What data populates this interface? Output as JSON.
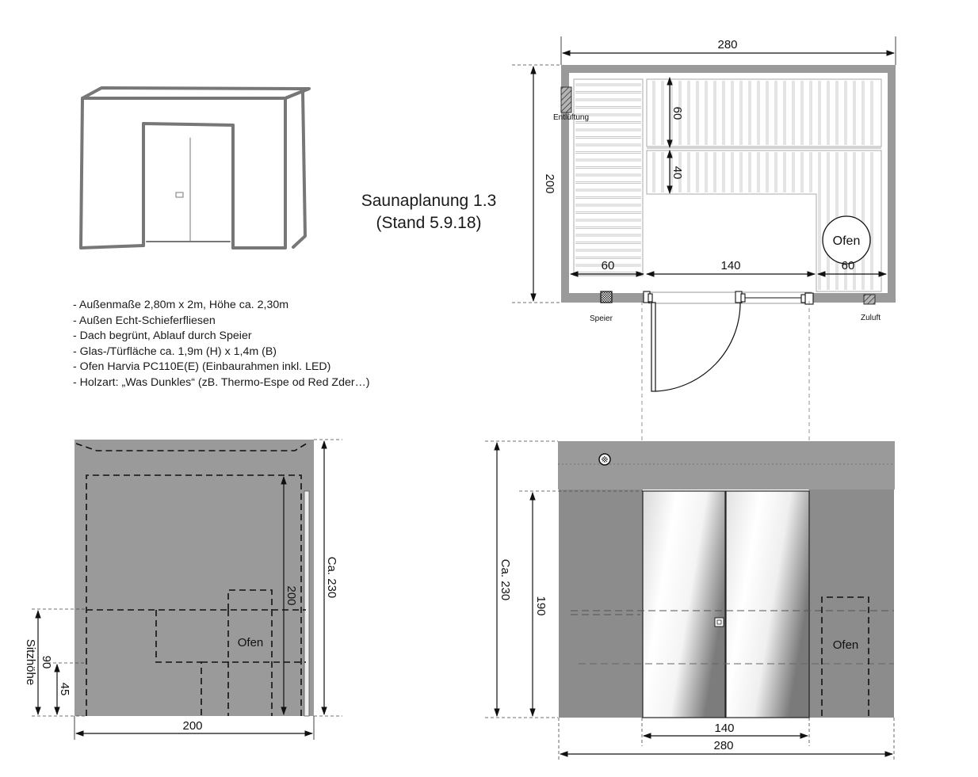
{
  "title": {
    "line1": "Saunaplanung 1.3",
    "line2": "(Stand 5.9.18)"
  },
  "notes": [
    "- Außenmaße 2,80m x 2m, Höhe ca. 2,30m",
    "- Außen Echt-Schieferfliesen",
    "- Dach begrünt, Ablauf durch Speier",
    "- Glas-/Türfläche ca. 1,9m (H) x 1,4m (B)",
    "- Ofen Harvia PC110E(E) (Einbaurahmen inkl. LED)",
    "- Holzart: „Was Dunkles“ (zB. Thermo-Espe od Red Zder…)"
  ],
  "floor_plan": {
    "dim_width": "280",
    "dim_depth": "200",
    "bench_upper_depth": "60",
    "bench_lower_depth": "40",
    "bench_left_width": "60",
    "door_width": "140",
    "bench_right_width": "60",
    "label_vent": "Entlüftung",
    "label_oven": "Ofen",
    "label_spout": "Speier",
    "label_inlet": "Zuluft"
  },
  "side_view": {
    "dim_height": "Ca. 230",
    "dim_inner_height": "200",
    "dim_width": "200",
    "label_seat_height": "Sitzhöhe",
    "dim_seat_upper": "90",
    "dim_seat_lower": "45",
    "label_oven": "Ofen"
  },
  "front_view": {
    "dim_height": "Ca. 230",
    "dim_glass_height": "190",
    "dim_door_width": "140",
    "dim_total_width": "280",
    "label_oven": "Ofen"
  },
  "colors": {
    "wall": "#9a9a9a",
    "wall_dark": "#8c8c8c",
    "line": "#111111",
    "sketch": "#777777"
  }
}
